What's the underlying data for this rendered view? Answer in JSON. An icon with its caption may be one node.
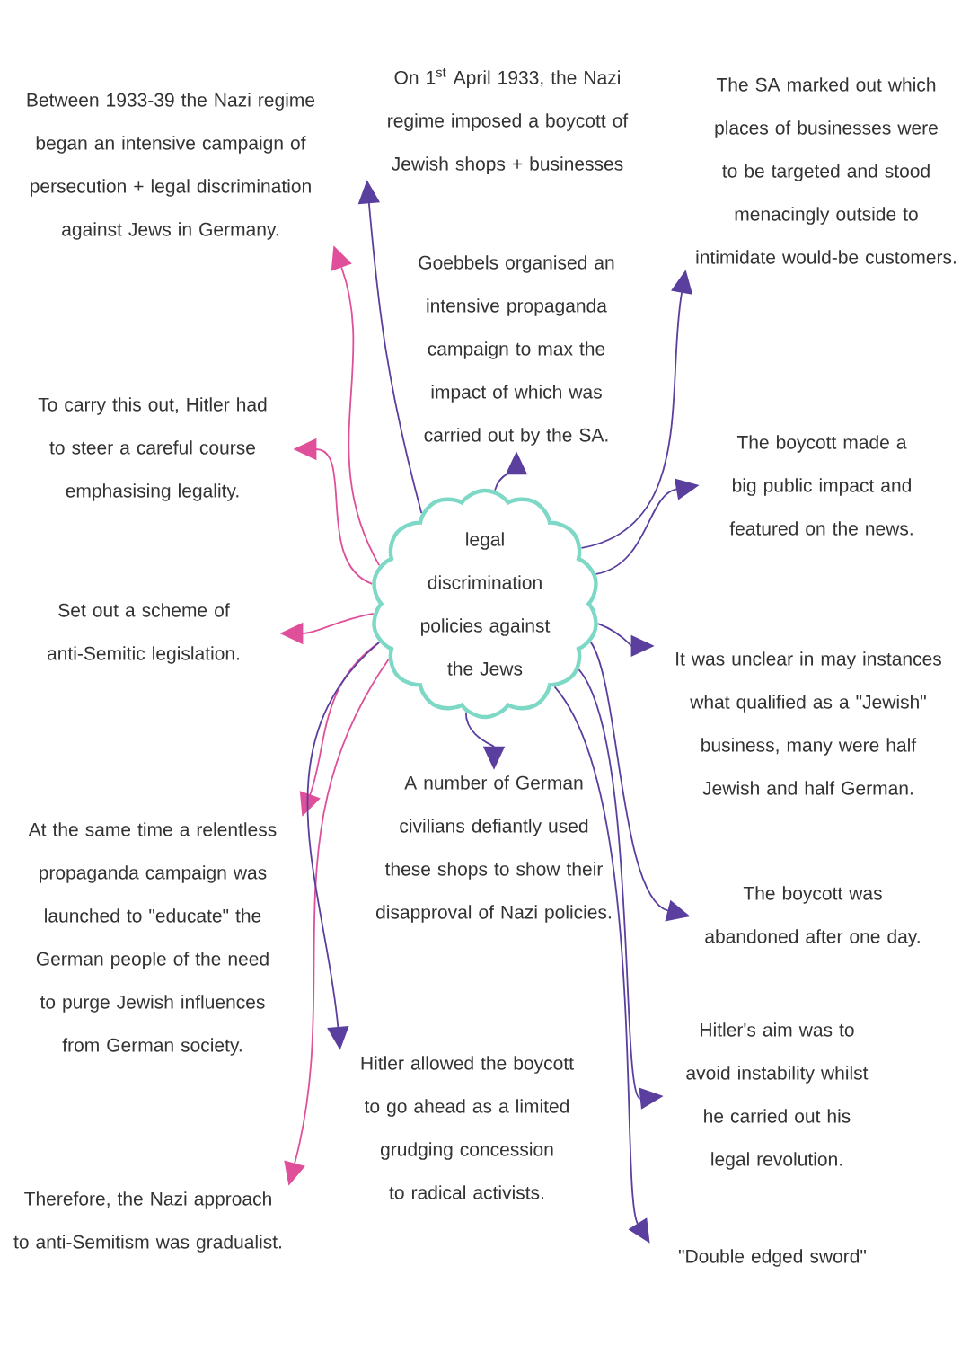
{
  "diagram": {
    "nodes": [
      {
        "text": [
          "legal discrimination policies against the Jews"
        ]
      },
      {
        "text": [
          "Between 1933-39 the Nazi regime began an intensive campaign of persecution + legal discrimination against Jews in Germany."
        ]
      },
      {
        "text": [
          "To carry this out, Hitler had to steer a careful course emphasising legality."
        ]
      },
      {
        "text": [
          "Set out a scheme of anti-Semitic legislation."
        ]
      },
      {
        "text": [
          "At the same time a relentless propaganda campaign was launched to \"educate\" the German people of the need to purge Jewish influences from German society."
        ]
      },
      {
        "text": [
          "Therefore, the Nazi approach to anti-Semitism was gradualist."
        ]
      },
      {
        "text": [
          "On 1$^{st}$ April 1933, the Nazi regime imposed a boycott of Jewish shops + businesses"
        ]
      },
      {
        "text": [
          "Goebbels organised an intensive propaganda campaign to max the impact of which was carried out by the SA."
        ]
      },
      {
        "text": [
          "The SA marked out which places of businesses were to be targeted and stood menacingly outside to intimidate would-be customers."
        ]
      },
      {
        "text": [
          "The boycott made a big public impact and featured on the news."
        ]
      },
      {
        "text": [
          "It was unclear in may instances what qualified as a \"Jewish\" business, many were half Jewish and half German."
        ]
      },
      {
        "text": [
          "A number of German civilians defiantly used these shops to show their disapproval of Nazi policies."
        ]
      },
      {
        "text": [
          "Hitler allowed the boycott to go ahead as a limited grudging concession to radical activists."
        ]
      },
      {
        "text": [
          "The boycott was abandoned after one day."
        ]
      },
      {
        "text": [
          "Hitler's aim was to avoid instability whilst he carried out his legal revolution."
        ]
      },
      {
        "text": [
          "\"Double edged sword\""
        ]
      }
    ],
    "edges": [
      {
        "from": 0,
        "to": 1,
        "arrow": "to",
        "color": "#e0509a"
      },
      {
        "from": 0,
        "to": 2,
        "arrow": "to",
        "color": "#e0509a"
      },
      {
        "from": 0,
        "to": 3,
        "arrow": "to",
        "color": "#e0509a"
      },
      {
        "from": 0,
        "to": 4,
        "arrow": "to",
        "color": "#e0509a"
      },
      {
        "from": 0,
        "to": 5,
        "arrow": "to",
        "color": "#e0509a"
      },
      {
        "from": 0,
        "to": 6,
        "arrow": "to"
      },
      {
        "from": 0,
        "to": 7,
        "arrow": "to"
      },
      {
        "from": 0,
        "to": 8,
        "arrow": "to"
      },
      {
        "from": 0,
        "to": 9,
        "arrow": "to"
      },
      {
        "from": 0,
        "to": 10,
        "arrow": "to"
      },
      {
        "from": 0,
        "to": 11,
        "arrow": "to"
      },
      {
        "from": 0,
        "to": 12,
        "arrow": "to"
      },
      {
        "from": 0,
        "to": 13,
        "arrow": "to"
      },
      {
        "from": 0,
        "to": 14,
        "arrow": "to"
      },
      {
        "from": 0,
        "to": 15,
        "arrow": "to"
      }
    ]
  }
}
